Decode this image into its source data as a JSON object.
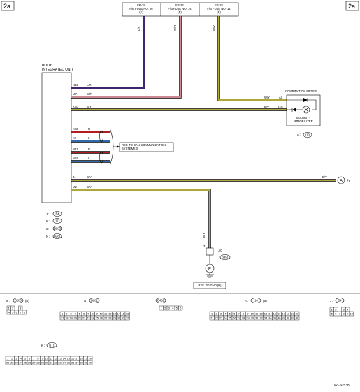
{
  "page": {
    "section_left": "2a",
    "section_right": "2a",
    "figure_id": "WI-60538"
  },
  "colors": {
    "purple": "#4a2a7a",
    "pink": "#e89aa8",
    "yellow": "#c8c040",
    "red": "#cc2222",
    "blue": "#3a7ac8",
    "black": "#000000"
  },
  "fuses": [
    {
      "code": "FB-38",
      "name": "F/B FUSE NO. 26",
      "pin": "(E)"
    },
    {
      "code": "FB-22",
      "name": "F/B FUSE NO. 14",
      "pin": "(E)"
    },
    {
      "code": "FB-18",
      "name": "F/B FUSE NO. 14",
      "pin": "(E)"
    }
  ],
  "bcu": {
    "line1": "BODY",
    "line2": "INTEGRATED UNIT"
  },
  "wires": {
    "fuse1_color": "L/R",
    "fuse2_color": "W/R",
    "fuse3_color": "W/Y",
    "n32": {
      "pin": "N32",
      "color": "L/R"
    },
    "m7": {
      "pin": "M7",
      "color": "W/R"
    },
    "k20": {
      "pin": "K20",
      "color": "B/Y"
    },
    "k22": {
      "pin": "K22",
      "color": "R"
    },
    "k2": {
      "pin": "K2",
      "color": "L"
    },
    "n31": {
      "pin": "N31",
      "color": "R"
    },
    "n15": {
      "pin": "N15",
      "color": "L"
    },
    "j4": {
      "pin": "J4",
      "color": "B/Y",
      "color_right": "B/Y"
    },
    "m2": {
      "pin": "M2",
      "color": "B/Y"
    },
    "ground_color": "B/Y"
  },
  "combination_meter": {
    "title": "COMBINATION METER",
    "a1_color": "W/Y",
    "a1_pin": "A1",
    "a19_color": "B/Y",
    "a19_pin": "A19",
    "module_line1": "SECURITY",
    "module_line2": "IMMOBILIZER",
    "connector_prefix": "A :",
    "connector": "i10"
  },
  "can_ref": {
    "line1": "REF. TO CAN COMMUNICATION",
    "line2": "SYSTEM [3]"
  },
  "connector_a": {
    "letter": "A",
    "label": "2c"
  },
  "legend": [
    {
      "prefix": "J :",
      "code": "B4"
    },
    {
      "prefix": "K :",
      "code": "i171"
    },
    {
      "prefix": "M :",
      "code": "B280"
    },
    {
      "prefix": "N :",
      "code": "B281"
    }
  ],
  "ground": {
    "pin": "3",
    "connector_prefix": "J/C",
    "connector": "B451",
    "symbol": "E",
    "ref": "REF. TO GND [H]"
  },
  "connectors": {
    "m": {
      "prefix": "M :",
      "code": "B280",
      "pin": "(B)"
    },
    "n": {
      "prefix": "N :",
      "code": "B281"
    },
    "b451": {
      "code": "B451"
    },
    "a": {
      "prefix": "A :",
      "code": "i10",
      "pin": "(B)"
    },
    "j": {
      "prefix": "J :",
      "code": "B4"
    },
    "k": {
      "prefix": "K :",
      "code": "i171"
    }
  },
  "pins": {
    "m_row1": [
      "1",
      "2",
      "",
      "3"
    ],
    "m_row2": [
      "4",
      "5",
      "6",
      "7",
      "8"
    ],
    "n_row1": [
      "1",
      "2",
      "3",
      "4",
      "5",
      "6",
      "7",
      "8",
      "9",
      "10",
      "11",
      "12",
      "13",
      "14",
      "15",
      "16"
    ],
    "n_row2": [
      "17",
      "18",
      "19",
      "20",
      "21",
      "22",
      "23",
      "24",
      "25",
      "26",
      "27",
      "28",
      "29",
      "30",
      "31",
      "32"
    ],
    "b451_row": [
      "1",
      "2",
      "3",
      "4",
      "5",
      "6"
    ],
    "a_row1": [
      "1",
      "2",
      "3",
      "4",
      "5",
      "6",
      "7",
      "8",
      "9",
      "10",
      "11",
      "12",
      "13",
      "14",
      "15",
      "16",
      "17",
      "18",
      "19",
      "20"
    ],
    "a_row2": [
      "21",
      "22",
      "23",
      "24",
      "25",
      "26",
      "27",
      "28",
      "29",
      "30",
      "31",
      "32",
      "33",
      "34",
      "35",
      "36",
      "37",
      "38",
      "39",
      "40"
    ],
    "j_row1": [
      "1",
      "2",
      "",
      "3",
      "4"
    ],
    "j_row2": [
      "5",
      "6",
      "7",
      "8",
      "9",
      "10"
    ],
    "k_row1": [
      "1",
      "2",
      "3",
      "4",
      "5",
      "6",
      "7",
      "8",
      "9",
      "10",
      "11",
      "12",
      "13",
      "14",
      "15",
      "16",
      "17",
      "18",
      "19",
      "20"
    ],
    "k_row2": [
      "21",
      "22",
      "23",
      "24",
      "25",
      "26",
      "27",
      "28",
      "29",
      "30",
      "31",
      "32",
      "33",
      "34",
      "35",
      "36",
      "37",
      "38",
      "39",
      "40"
    ]
  }
}
